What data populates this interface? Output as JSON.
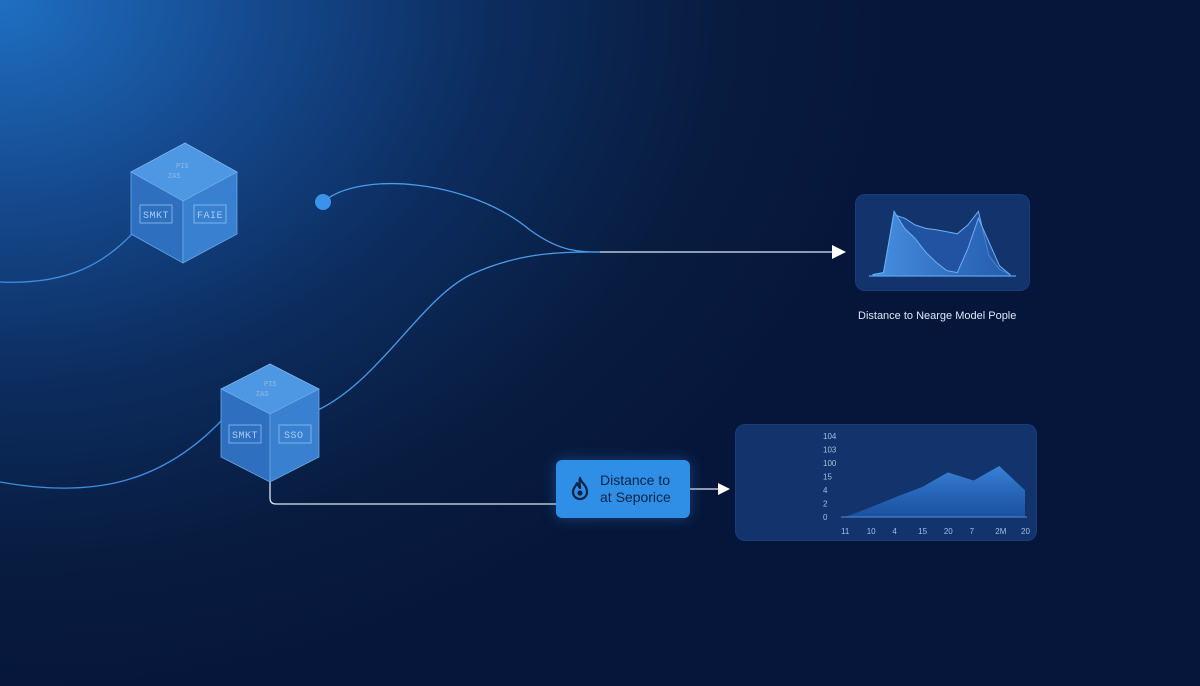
{
  "cube_top": {
    "face_left": "SMKT",
    "face_right": "FAIE",
    "face_top_1": "PIS",
    "face_top_2": "ZAS"
  },
  "cube_bottom": {
    "face_left": "SMKT",
    "face_right": "SSO",
    "face_top_1": "PIS",
    "face_top_2": "ZAS"
  },
  "caption_top": "Distance to Nearge Model Pople",
  "action_box": {
    "line1": "Distance to",
    "line2": "at Seporice",
    "icon": "flame-icon"
  },
  "colors": {
    "accent": "#2f8fe6",
    "line": "#4a9be8",
    "panel": "#1e4c96"
  },
  "chart_data": [
    {
      "type": "area",
      "series": [
        {
          "values": [
            0.02,
            0.05,
            0.95,
            0.7,
            0.55,
            0.35,
            0.2,
            0.08,
            0.05,
            0.4,
            0.85,
            0.5,
            0.15,
            0.02
          ]
        },
        {
          "values": [
            0.02,
            0.05,
            0.9,
            0.85,
            0.75,
            0.7,
            0.68,
            0.65,
            0.62,
            0.75,
            0.95,
            0.3,
            0.1,
            0.02
          ]
        }
      ]
    },
    {
      "type": "area",
      "categories": [
        "11",
        "10",
        "4",
        "15",
        "20",
        "7",
        "2M",
        "20"
      ],
      "y_ticks": [
        "104",
        "103",
        "100",
        "15",
        "4",
        "2",
        "0"
      ],
      "values": [
        0,
        0.12,
        0.25,
        0.37,
        0.55,
        0.45,
        0.63,
        0.33
      ],
      "ylim": [
        0,
        1
      ]
    }
  ]
}
